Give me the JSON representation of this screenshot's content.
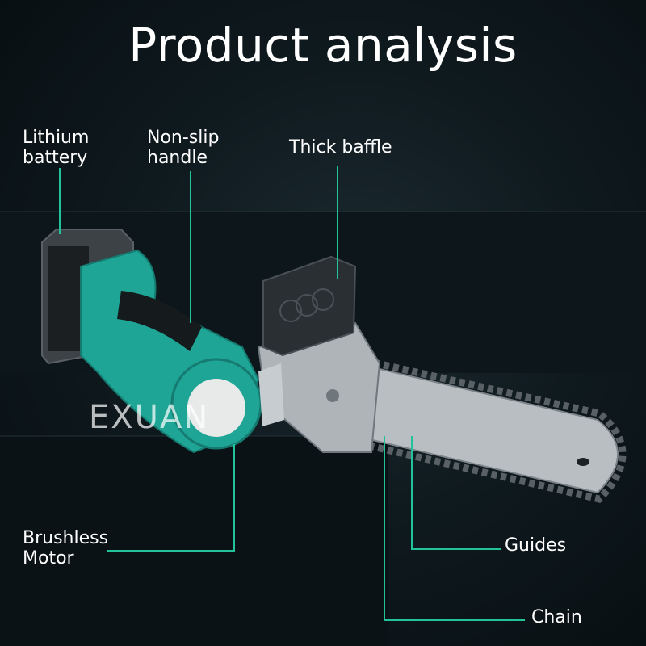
{
  "page": {
    "title": "Product analysis",
    "watermark": "EXUAN"
  },
  "callouts": {
    "battery": {
      "line1": "Lithium",
      "line2": "battery"
    },
    "handle": {
      "line1": "Non-slip",
      "line2": "handle"
    },
    "baffle": {
      "label": "Thick baffle"
    },
    "motor": {
      "line1": "Brushless",
      "line2": "Motor"
    },
    "guides": {
      "label": "Guides"
    },
    "chain": {
      "label": "Chain"
    }
  },
  "colors": {
    "leader_line": "#22c29a",
    "body_teal": "#1fa596",
    "background": "#0b1418"
  }
}
